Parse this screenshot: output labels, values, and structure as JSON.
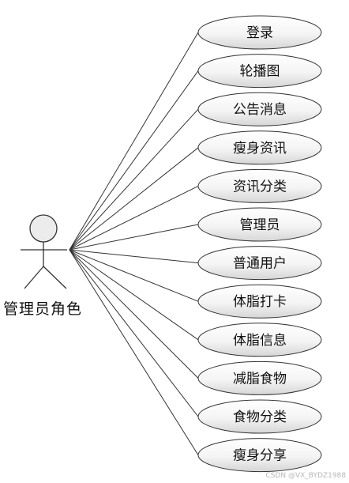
{
  "actor": {
    "label": "管理员角色",
    "icon": "stick-figure"
  },
  "use_cases": [
    "登录",
    "轮播图",
    "公告消息",
    "瘦身资讯",
    "资讯分类",
    "管理员",
    "普通用户",
    "体脂打卡",
    "体脂信息",
    "减脂食物",
    "食物分类",
    "瘦身分享"
  ],
  "watermark": "CSDN @VX_BYDZ1988",
  "colors": {
    "line": "#333333",
    "ellipse_fill_top": "#ffffff",
    "ellipse_fill_bottom": "#dcdcdc",
    "text": "#111111"
  }
}
